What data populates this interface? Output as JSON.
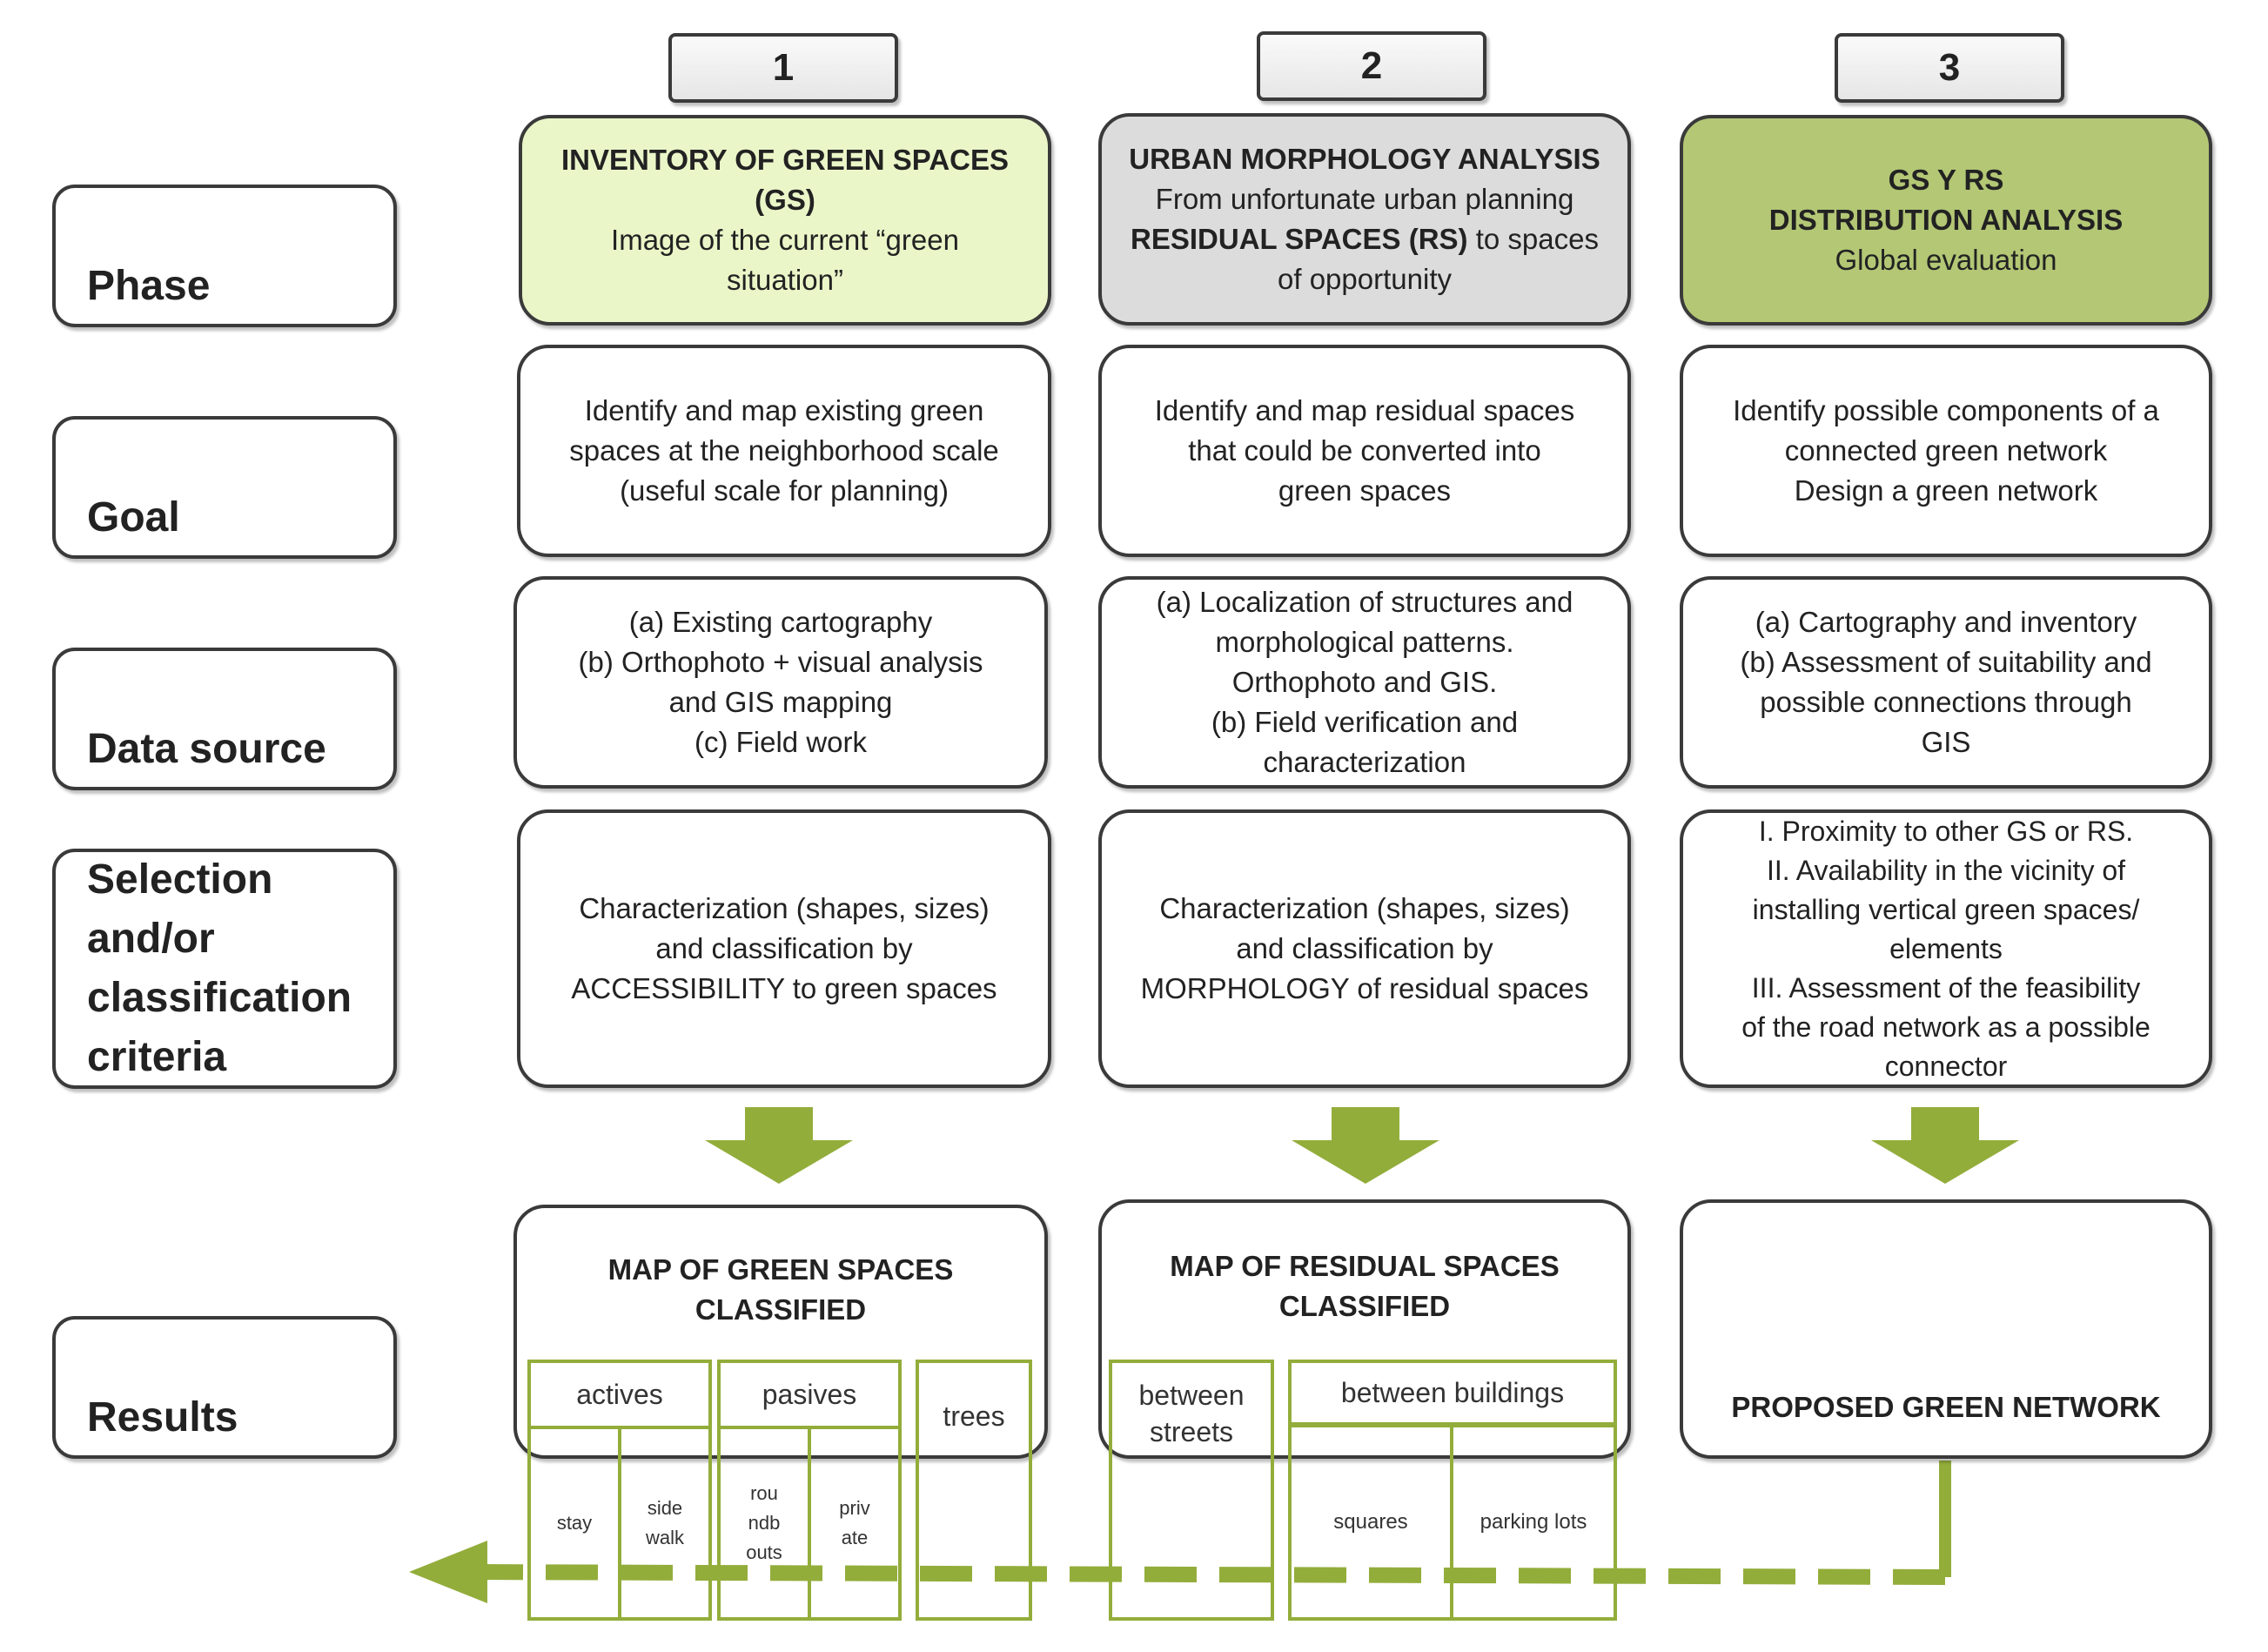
{
  "phase_numbers": [
    "1",
    "2",
    "3"
  ],
  "row_labels": {
    "phase": "Phase",
    "goal": "Goal",
    "data_source": "Data source",
    "criteria": [
      "Selection",
      "and/or",
      "classification",
      "criteria"
    ],
    "results": "Results"
  },
  "col1": {
    "phase": [
      "INVENTORY OF GREEN SPACES",
      "(GS)",
      "Image of the current “green",
      "situation”"
    ],
    "goal": [
      "Identify and map existing green",
      "spaces at the neighborhood scale",
      "(useful scale for planning)"
    ],
    "data_source": [
      "(a)  Existing cartography",
      "(b)  Orthophoto + visual analysis",
      "and GIS mapping",
      "(c)  Field work"
    ],
    "criteria": [
      "Characterization (shapes, sizes)",
      "and classification by",
      "ACCESSIBILITY to green spaces"
    ],
    "result": [
      "MAP OF GREEN SPACES",
      "CLASSIFIED"
    ],
    "categories": {
      "actives": "actives",
      "pasives": "pasives",
      "trees": "trees",
      "stay": "stay",
      "sidewalk": [
        "side",
        "walk"
      ],
      "roundabouts": [
        "rou",
        "ndb",
        "outs"
      ],
      "private": [
        "priv",
        "ate"
      ]
    }
  },
  "col2": {
    "phase_title": "URBAN MORPHOLOGY ANALYSIS",
    "phase_line2": "From unfortunate urban planning",
    "phase_line3_bold": "RESIDUAL SPACES (RS)",
    "phase_line3_rest": " to spaces",
    "phase_line4": "of opportunity",
    "goal": [
      "Identify and map residual spaces",
      "that could be converted into",
      "green spaces"
    ],
    "data_source": [
      "(a)  Localization of structures and",
      "morphological patterns.",
      "Orthophoto and GIS.",
      "(b)  Field verification and",
      "characterization"
    ],
    "criteria": [
      "Characterization (shapes, sizes)",
      "and classification by",
      "MORPHOLOGY of residual spaces"
    ],
    "result": [
      "MAP OF RESIDUAL SPACES",
      "CLASSIFIED"
    ],
    "categories": {
      "between_streets": [
        "between",
        "streets"
      ],
      "between_buildings": "between buildings",
      "squares": "squares",
      "parking_lots": "parking lots"
    }
  },
  "col3": {
    "phase": [
      "GS Y RS",
      "DISTRIBUTION ANALYSIS",
      "Global evaluation"
    ],
    "goal": [
      "Identify possible components of a",
      "connected green network",
      "Design a green network"
    ],
    "data_source": [
      "(a)  Cartography and inventory",
      "(b)  Assessment of suitability and",
      "possible connections through",
      "GIS"
    ],
    "criteria": [
      "I. Proximity to other GS or RS.",
      "II. Availability in the vicinity of",
      "installing vertical green spaces/",
      "elements",
      "III. Assessment of the feasibility",
      "of the road network as a possible",
      "connector"
    ],
    "result": "PROPOSED GREEN NETWORK"
  },
  "colors": {
    "phase1_fill": "#eaf6c8",
    "phase2_fill": "#dcdcdc",
    "phase3_fill": "#b3c775",
    "arrow_green": "#93ad3b",
    "border": "#3a3a3a"
  }
}
